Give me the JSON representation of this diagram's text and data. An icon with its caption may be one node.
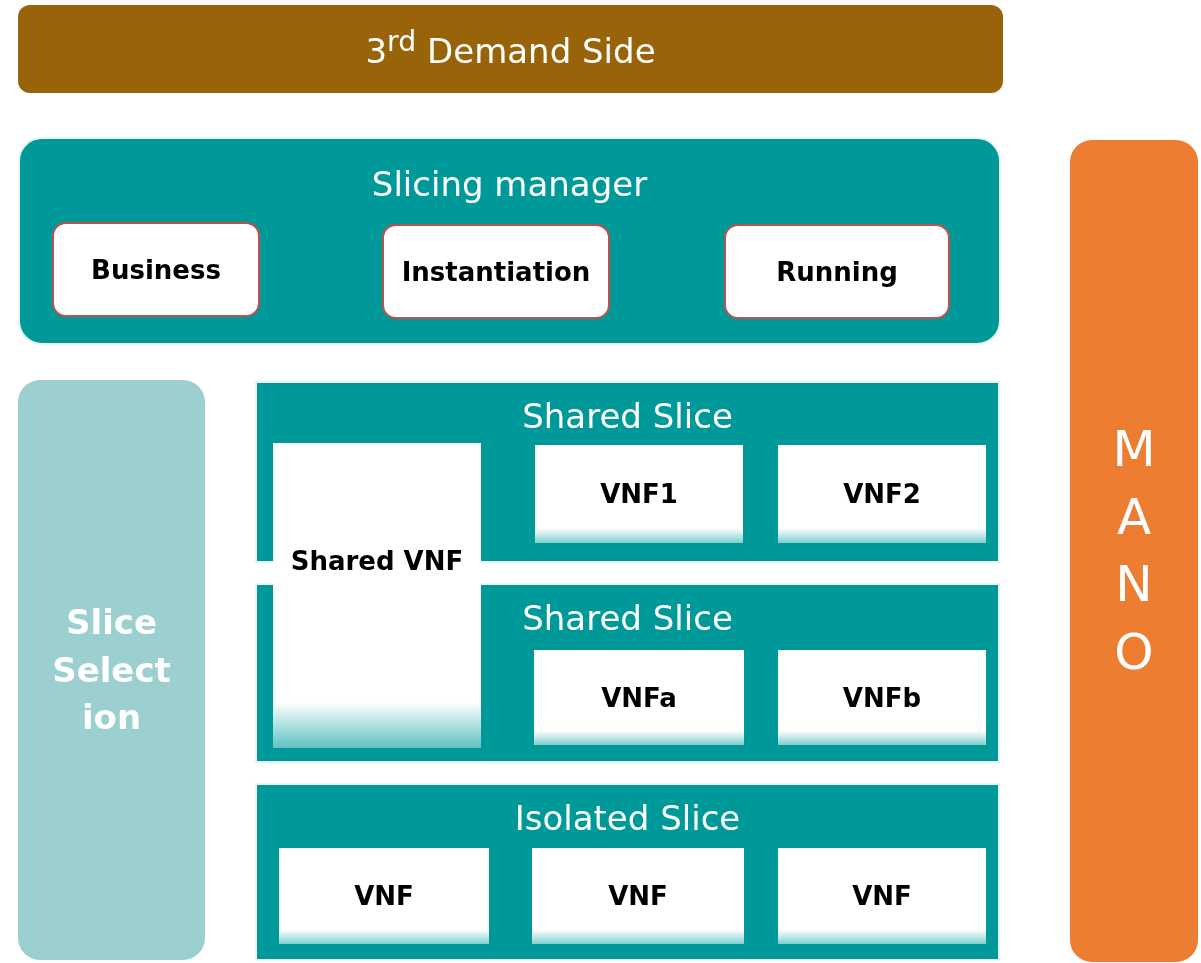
{
  "diagram": {
    "nodes": [
      {
        "text": [
          "3$^{rd}$ Demand Side"
        ]
      },
      {
        "text": [
          "Slicing manager"
        ]
      },
      {
        "text": [
          "Business"
        ],
        "in": 1
      },
      {
        "text": [
          "Instantiation"
        ],
        "in": 1
      },
      {
        "text": [
          "Running"
        ],
        "in": 1
      },
      {
        "text": [
          "Slice Select ion"
        ]
      },
      {
        "text": [
          "Shared Slice"
        ]
      },
      {
        "text": [
          "Shared VNF"
        ]
      },
      {
        "text": [
          "VNF1"
        ],
        "in": 6
      },
      {
        "text": [
          "VNF2"
        ],
        "in": 6
      },
      {
        "text": [
          "Shared Slice"
        ]
      },
      {
        "text": [
          "VNFa"
        ],
        "in": 10
      },
      {
        "text": [
          "VNFb"
        ],
        "in": 10
      },
      {
        "text": [
          "Isolated Slice"
        ]
      },
      {
        "text": [
          "VNF"
        ],
        "in": 13
      },
      {
        "text": [
          "VNF"
        ],
        "in": 13
      },
      {
        "text": [
          "VNF"
        ],
        "in": 13
      },
      {
        "text": [
          "MANO"
        ]
      }
    ],
    "edges": []
  }
}
